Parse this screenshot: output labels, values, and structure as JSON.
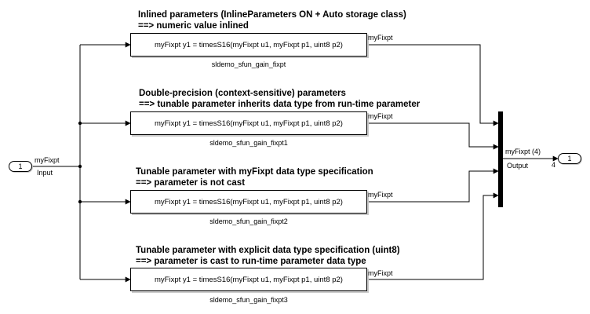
{
  "annotations": [
    {
      "line1": "Inlined parameters (InlineParameters ON + Auto storage class)",
      "line2": "==> numeric value inlined"
    },
    {
      "line1": "Double-precision (context-sensitive) parameters",
      "line2": "==> tunable parameter inherits data type from run-time parameter"
    },
    {
      "line1": "Tunable parameter with myFixpt data type specification",
      "line2": "==> parameter is not cast"
    },
    {
      "line1": "Tunable parameter with explicit data type specification (uint8)",
      "line2": "==> parameter is cast to run-time parameter data type"
    }
  ],
  "blocks": [
    {
      "text": "myFixpt y1 = timesS16(myFixpt u1, myFixpt p1, uint8 p2)",
      "name": "sldemo_sfun_gain_fixpt",
      "out_signal": "myFixpt"
    },
    {
      "text": "myFixpt y1 = timesS16(myFixpt u1, myFixpt p1, uint8 p2)",
      "name": "sldemo_sfun_gain_fixpt1",
      "out_signal": "myFixpt"
    },
    {
      "text": "myFixpt y1 = timesS16(myFixpt u1, myFixpt p1, uint8 p2)",
      "name": "sldemo_sfun_gain_fixpt2",
      "out_signal": "myFixpt"
    },
    {
      "text": "myFixpt y1 = timesS16(myFixpt u1, myFixpt p1, uint8 p2)",
      "name": "sldemo_sfun_gain_fixpt3",
      "out_signal": "myFixpt"
    }
  ],
  "inport": {
    "number": "1",
    "name": "Input",
    "signal": "myFixpt"
  },
  "outport": {
    "number": "1",
    "name": "Output",
    "signal": "myFixpt (4)",
    "width": "4"
  }
}
